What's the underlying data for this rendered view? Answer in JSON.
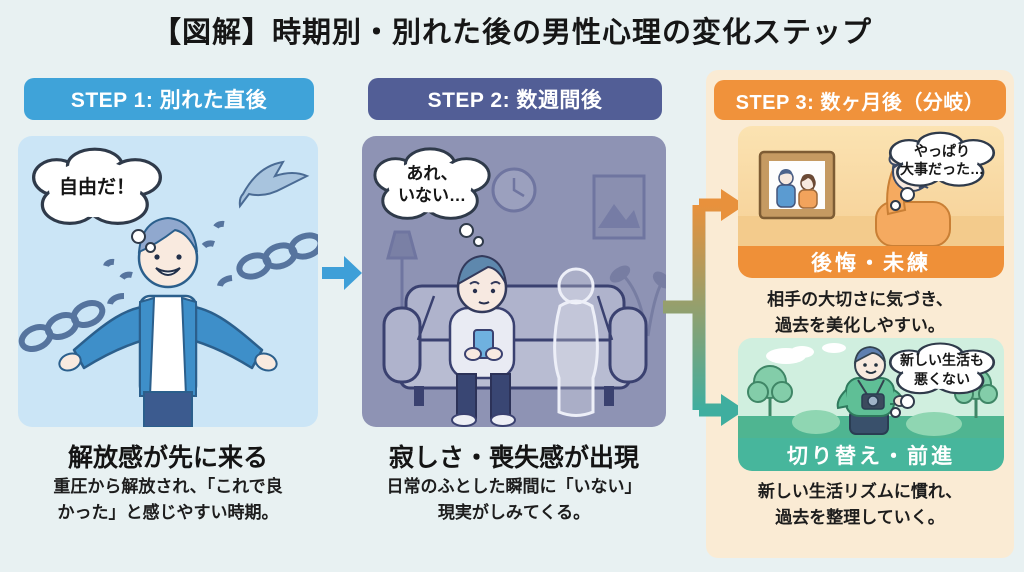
{
  "title": "【図解】時期別・別れた後の男性心理の変化ステップ",
  "steps": [
    {
      "header": "STEP 1: 別れた直後",
      "bubble": "自由だ！",
      "caption": "解放感が先に来る",
      "description": "重圧から解放され、「これで良\nかった」と感じやすい時期。"
    },
    {
      "header": "STEP 2: 数週間後",
      "bubble": "あれ、\nいない…",
      "caption": "寂しさ・喪失感が出現",
      "description": "日常のふとした瞬間に「いない」\n現実がしみてくる。"
    },
    {
      "header": "STEP 3: 数ヶ月後（分岐）",
      "branches": [
        {
          "bubble": "やっぱり\n大事だった…",
          "label": "後悔・未練",
          "description": "相手の大切さに気づき、\n過去を美化しやすい。"
        },
        {
          "bubble": "新しい生活も\n悪くない",
          "label": "切り替え・前進",
          "description": "新しい生活リズムに慣れ、\n過去を整理していく。"
        }
      ]
    }
  ],
  "colors": {
    "page_bg": "#E8F1F2",
    "step1_header_bg": "#3FA3D9",
    "step2_header_bg": "#525E96",
    "step3_header_bg": "#F0923B",
    "step1_scene_bg": "#CBE5F6",
    "step2_scene_bg": "#8E93B4",
    "step3_panel_bg": "#FAEBD4",
    "regret_band_bg": "#EF9038",
    "moveon_band_bg": "#47B69C",
    "arrow_blue": "#3E9FD8",
    "branch_arrow_orange": "#E8913C",
    "branch_arrow_teal": "#3FAE9F"
  }
}
